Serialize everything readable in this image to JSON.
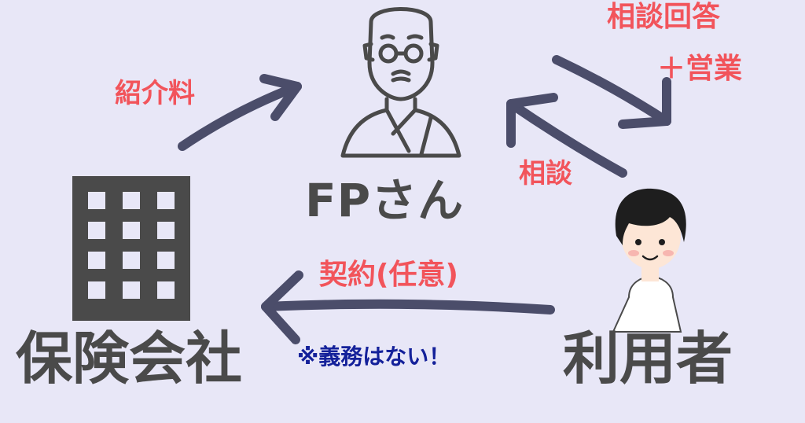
{
  "nodes": {
    "fp": "FPさん",
    "insurer": "保険会社",
    "user": "利用者"
  },
  "edges": {
    "referral_fee": "紹介料",
    "consultation": "相談",
    "answer_line1": "相談回答",
    "answer_line2": "＋営業",
    "contract": "契約(任意)",
    "note": "※義務はない！"
  },
  "icons": {
    "fp": "bald-man-with-glasses-icon",
    "insurer": "building-icon",
    "user": "smiling-boy-icon"
  },
  "colors": {
    "background": "#e8e7f7",
    "arrow": "#4b4d6a",
    "accent_red": "#f2545b",
    "node_text": "#4a4a4a",
    "note_blue": "#14219a"
  }
}
